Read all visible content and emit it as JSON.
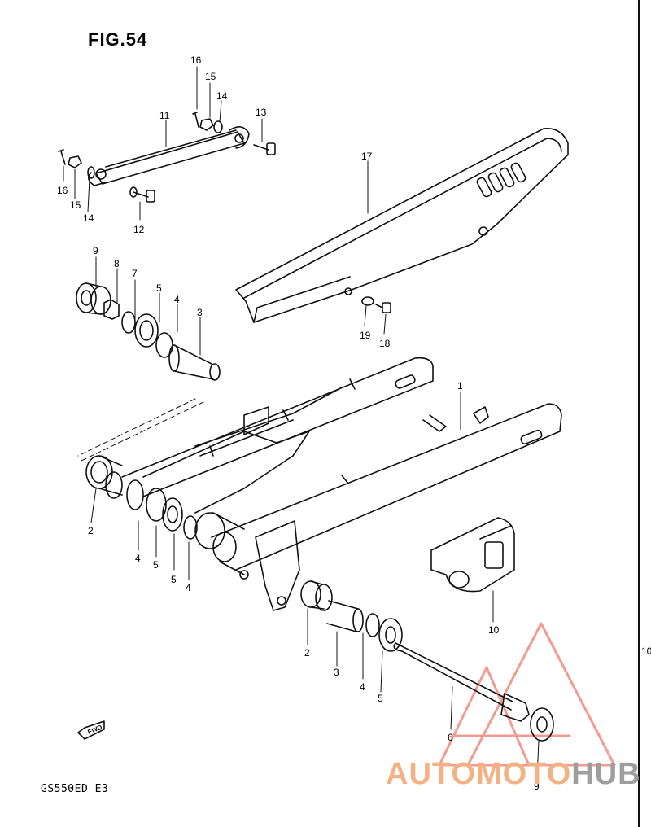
{
  "figure": {
    "title": "FIG.54",
    "model_code": "GS550ED E3"
  },
  "callouts": [
    {
      "id": "c16a",
      "text": "16"
    },
    {
      "id": "c15a",
      "text": "15"
    },
    {
      "id": "c14a",
      "text": "14"
    },
    {
      "id": "c11",
      "text": "11"
    },
    {
      "id": "c13",
      "text": "13"
    },
    {
      "id": "c16b",
      "text": "16"
    },
    {
      "id": "c15b",
      "text": "15"
    },
    {
      "id": "c14b",
      "text": "14"
    },
    {
      "id": "c12",
      "text": "12"
    },
    {
      "id": "c17",
      "text": "17"
    },
    {
      "id": "c9a",
      "text": "9"
    },
    {
      "id": "c8",
      "text": "8"
    },
    {
      "id": "c7",
      "text": "7"
    },
    {
      "id": "c5a",
      "text": "5"
    },
    {
      "id": "c4a",
      "text": "4"
    },
    {
      "id": "c3a",
      "text": "3"
    },
    {
      "id": "c19",
      "text": "19"
    },
    {
      "id": "c18",
      "text": "18"
    },
    {
      "id": "c1",
      "text": "1"
    },
    {
      "id": "c2a",
      "text": "2"
    },
    {
      "id": "c4b",
      "text": "4"
    },
    {
      "id": "c5b",
      "text": "5"
    },
    {
      "id": "c5c",
      "text": "5"
    },
    {
      "id": "c4c",
      "text": "4"
    },
    {
      "id": "c10",
      "text": "10"
    },
    {
      "id": "c2b",
      "text": "2"
    },
    {
      "id": "c3b",
      "text": "3"
    },
    {
      "id": "c4d",
      "text": "4"
    },
    {
      "id": "c5d",
      "text": "5"
    },
    {
      "id": "c6",
      "text": "6"
    },
    {
      "id": "c9b",
      "text": "9"
    }
  ],
  "fwd_label": "FWD",
  "watermark": {
    "part1": "AUTOMOTO",
    "part2": "HUB",
    "color_primary": "#f4b183",
    "color_secondary": "#9e9e9e",
    "triangle_color": "#e84a3c"
  },
  "line_color": "#111111",
  "edge_text": "10"
}
